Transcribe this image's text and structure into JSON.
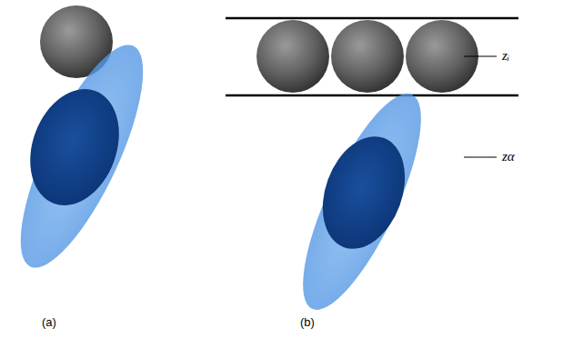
{
  "diagram": {
    "labels": [
      "(a)",
      "(b)",
      "zᵢ",
      "zα"
    ]
  }
}
